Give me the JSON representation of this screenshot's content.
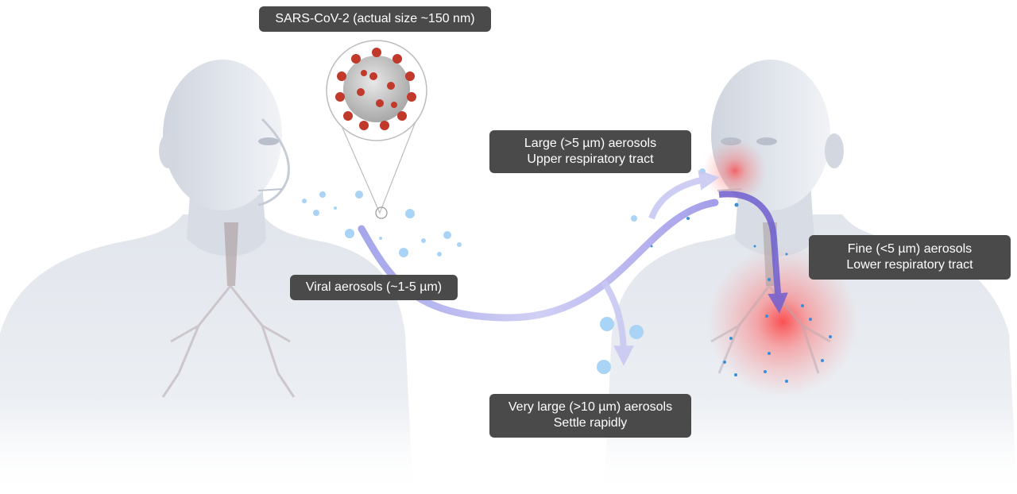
{
  "labels": {
    "virus": "SARS-CoV-2 (actual size ~150 nm)",
    "viral_aerosols": "Viral aerosols (~1-5 µm)",
    "large_line1": "Large (>5 µm) aerosols",
    "large_line2": "Upper respiratory tract",
    "fine_line1": "Fine (<5 µm) aerosols",
    "fine_line2": "Lower respiratory tract",
    "very_large_line1": "Very large (>10 µm) aerosols",
    "very_large_line2": "Settle rapidly"
  },
  "icons": [
    "coronavirus-icon",
    "human-figure-icon",
    "lungs-icon"
  ],
  "colors": {
    "label_bg": "#4a4a4a",
    "label_text": "#ffffff",
    "arrow": "#9b9be8",
    "arrow_dark": "#6f5fd0",
    "droplet": "#a9d4f5",
    "droplet_dark": "#3a8fd8",
    "infection": "#ff2b2b",
    "virus_spike": "#c0392b",
    "skin": "#e4e8ef"
  }
}
